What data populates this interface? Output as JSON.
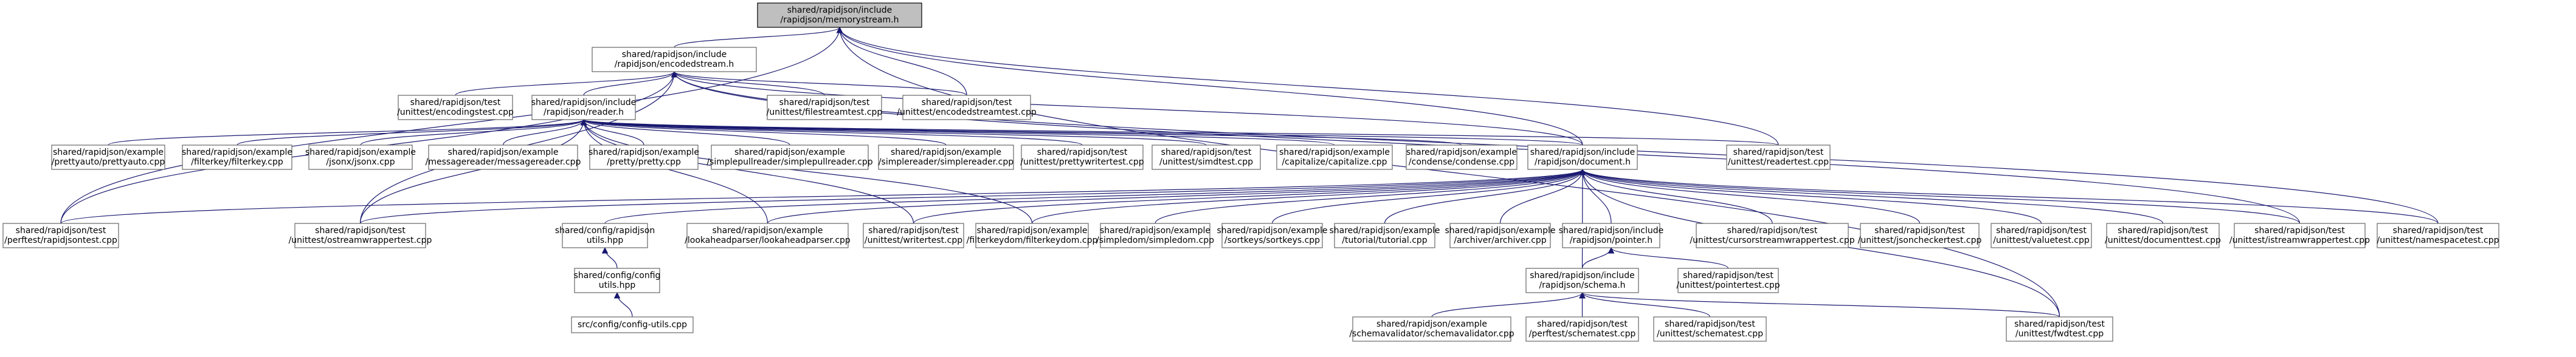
{
  "nodes": [
    {
      "id": "memorystream",
      "lines": [
        "shared/rapidjson/include",
        "/rapidjson/memorystream.h"
      ],
      "root": true
    },
    {
      "id": "encodedstream",
      "lines": [
        "shared/rapidjson/include",
        "/rapidjson/encodedstream.h"
      ]
    },
    {
      "id": "encodingstest",
      "lines": [
        "shared/rapidjson/test",
        "/unittest/encodingstest.cpp"
      ]
    },
    {
      "id": "reader",
      "lines": [
        "shared/rapidjson/include",
        "/rapidjson/reader.h"
      ]
    },
    {
      "id": "filestreamtest",
      "lines": [
        "shared/rapidjson/test",
        "/unittest/filestreamtest.cpp"
      ]
    },
    {
      "id": "encodedstreamtest",
      "lines": [
        "shared/rapidjson/test",
        "/unittest/encodedstreamtest.cpp"
      ]
    },
    {
      "id": "prettyauto",
      "lines": [
        "shared/rapidjson/example",
        "/prettyauto/prettyauto.cpp"
      ]
    },
    {
      "id": "filterkey",
      "lines": [
        "shared/rapidjson/example",
        "/filterkey/filterkey.cpp"
      ]
    },
    {
      "id": "jsonx",
      "lines": [
        "shared/rapidjson/example",
        "/jsonx/jsonx.cpp"
      ]
    },
    {
      "id": "messagereader",
      "lines": [
        "shared/rapidjson/example",
        "/messagereader/messagereader.cpp"
      ]
    },
    {
      "id": "pretty",
      "lines": [
        "shared/rapidjson/example",
        "/pretty/pretty.cpp"
      ]
    },
    {
      "id": "simplepullreader",
      "lines": [
        "shared/rapidjson/example",
        "/simplepullreader/simplepullreader.cpp"
      ]
    },
    {
      "id": "simplereader",
      "lines": [
        "shared/rapidjson/example",
        "/simplereader/simplereader.cpp"
      ]
    },
    {
      "id": "prettywritertest",
      "lines": [
        "shared/rapidjson/test",
        "/unittest/prettywritertest.cpp"
      ]
    },
    {
      "id": "simdtest",
      "lines": [
        "shared/rapidjson/test",
        "/unittest/simdtest.cpp"
      ]
    },
    {
      "id": "capitalize",
      "lines": [
        "shared/rapidjson/example",
        "/capitalize/capitalize.cpp"
      ]
    },
    {
      "id": "condense",
      "lines": [
        "shared/rapidjson/example",
        "/condense/condense.cpp"
      ]
    },
    {
      "id": "document",
      "lines": [
        "shared/rapidjson/include",
        "/rapidjson/document.h"
      ]
    },
    {
      "id": "readertest",
      "lines": [
        "shared/rapidjson/test",
        "/unittest/readertest.cpp"
      ]
    },
    {
      "id": "perftest_rapidjson",
      "lines": [
        "shared/rapidjson/test",
        "/perftest/rapidjsontest.cpp"
      ]
    },
    {
      "id": "ostreamwrappertest",
      "lines": [
        "shared/rapidjson/test",
        "/unittest/ostreamwrappertest.cpp"
      ]
    },
    {
      "id": "utils_hpp",
      "lines": [
        "shared/config/rapidjson",
        "utils.hpp"
      ]
    },
    {
      "id": "lookaheadparser",
      "lines": [
        "shared/rapidjson/example",
        "/lookaheadparser/lookaheadparser.cpp"
      ]
    },
    {
      "id": "writertest",
      "lines": [
        "shared/rapidjson/test",
        "/unittest/writertest.cpp"
      ]
    },
    {
      "id": "filterkeydom",
      "lines": [
        "shared/rapidjson/example",
        "/filterkeydom/filterkeydom.cpp"
      ]
    },
    {
      "id": "simpledom",
      "lines": [
        "shared/rapidjson/example",
        "/simpledom/simpledom.cpp"
      ]
    },
    {
      "id": "sortkeys",
      "lines": [
        "shared/rapidjson/example",
        "/sortkeys/sortkeys.cpp"
      ]
    },
    {
      "id": "tutorial",
      "lines": [
        "shared/rapidjson/example",
        "/tutorial/tutorial.cpp"
      ]
    },
    {
      "id": "archiver",
      "lines": [
        "shared/rapidjson/example",
        "/archiver/archiver.cpp"
      ]
    },
    {
      "id": "pointer",
      "lines": [
        "shared/rapidjson/include",
        "/rapidjson/pointer.h"
      ]
    },
    {
      "id": "cursorstreamwrappertest",
      "lines": [
        "shared/rapidjson/test",
        "/unittest/cursorstreamwrappertest.cpp"
      ]
    },
    {
      "id": "jsoncheckertest",
      "lines": [
        "shared/rapidjson/test",
        "/unittest/jsoncheckertest.cpp"
      ]
    },
    {
      "id": "valuetest",
      "lines": [
        "shared/rapidjson/test",
        "/unittest/valuetest.cpp"
      ]
    },
    {
      "id": "documenttest",
      "lines": [
        "shared/rapidjson/test",
        "/unittest/documenttest.cpp"
      ]
    },
    {
      "id": "istreamwrappertest",
      "lines": [
        "shared/rapidjson/test",
        "/unittest/istreamwrappertest.cpp"
      ]
    },
    {
      "id": "namespacetest",
      "lines": [
        "shared/rapidjson/test",
        "/unittest/namespacetest.cpp"
      ]
    },
    {
      "id": "config_utils_hpp",
      "lines": [
        "shared/config/config",
        "utils.hpp"
      ]
    },
    {
      "id": "schema",
      "lines": [
        "shared/rapidjson/include",
        "/rapidjson/schema.h"
      ]
    },
    {
      "id": "pointertest",
      "lines": [
        "shared/rapidjson/test",
        "/unittest/pointertest.cpp"
      ]
    },
    {
      "id": "config_utils_cpp",
      "lines": [
        "src/config/config-utils.cpp"
      ]
    },
    {
      "id": "schemavalidator",
      "lines": [
        "shared/rapidjson/example",
        "/schemavalidator/schemavalidator.cpp"
      ]
    },
    {
      "id": "perftest_schema",
      "lines": [
        "shared/rapidjson/test",
        "/perftest/schematest.cpp"
      ]
    },
    {
      "id": "unittest_schema",
      "lines": [
        "shared/rapidjson/test",
        "/unittest/schematest.cpp"
      ]
    },
    {
      "id": "fwdtest",
      "lines": [
        "shared/rapidjson/test",
        "/unittest/fwdtest.cpp"
      ]
    }
  ],
  "edges": [
    [
      "memorystream",
      "encodedstream"
    ],
    [
      "memorystream",
      "encodedstreamtest"
    ],
    [
      "memorystream",
      "document"
    ],
    [
      "memorystream",
      "readertest"
    ],
    [
      "memorystream",
      "perftest_rapidjson"
    ],
    [
      "memorystream",
      "fwdtest"
    ],
    [
      "encodedstream",
      "encodingstest"
    ],
    [
      "encodedstream",
      "reader"
    ],
    [
      "encodedstream",
      "filestreamtest"
    ],
    [
      "encodedstream",
      "encodedstreamtest"
    ],
    [
      "encodedstream",
      "perftest_rapidjson"
    ],
    [
      "encodedstream",
      "ostreamwrappertest"
    ],
    [
      "encodedstream",
      "document"
    ],
    [
      "encodedstream",
      "istreamwrappertest"
    ],
    [
      "encodedstream",
      "namespacetest"
    ],
    [
      "reader",
      "prettyauto"
    ],
    [
      "reader",
      "filterkey"
    ],
    [
      "reader",
      "jsonx"
    ],
    [
      "reader",
      "messagereader"
    ],
    [
      "reader",
      "pretty"
    ],
    [
      "reader",
      "simplepullreader"
    ],
    [
      "reader",
      "simplereader"
    ],
    [
      "reader",
      "prettywritertest"
    ],
    [
      "reader",
      "simdtest"
    ],
    [
      "reader",
      "capitalize"
    ],
    [
      "reader",
      "condense"
    ],
    [
      "reader",
      "document"
    ],
    [
      "reader",
      "readertest"
    ],
    [
      "reader",
      "lookaheadparser"
    ],
    [
      "reader",
      "writertest"
    ],
    [
      "reader",
      "filterkeydom"
    ],
    [
      "reader",
      "ostreamwrappertest"
    ],
    [
      "document",
      "perftest_rapidjson"
    ],
    [
      "document",
      "ostreamwrappertest"
    ],
    [
      "document",
      "utils_hpp"
    ],
    [
      "document",
      "lookaheadparser"
    ],
    [
      "document",
      "writertest"
    ],
    [
      "document",
      "filterkeydom"
    ],
    [
      "document",
      "simpledom"
    ],
    [
      "document",
      "sortkeys"
    ],
    [
      "document",
      "tutorial"
    ],
    [
      "document",
      "archiver"
    ],
    [
      "document",
      "pointer"
    ],
    [
      "document",
      "schema"
    ],
    [
      "document",
      "cursorstreamwrappertest"
    ],
    [
      "document",
      "jsoncheckertest"
    ],
    [
      "document",
      "valuetest"
    ],
    [
      "document",
      "documenttest"
    ],
    [
      "document",
      "istreamwrappertest"
    ],
    [
      "document",
      "namespacetest"
    ],
    [
      "document",
      "fwdtest"
    ],
    [
      "utils_hpp",
      "config_utils_hpp"
    ],
    [
      "config_utils_hpp",
      "config_utils_cpp"
    ],
    [
      "pointer",
      "schema"
    ],
    [
      "pointer",
      "pointertest"
    ],
    [
      "schema",
      "schemavalidator"
    ],
    [
      "schema",
      "perftest_schema"
    ],
    [
      "schema",
      "unittest_schema"
    ],
    [
      "schema",
      "fwdtest"
    ]
  ],
  "colors": {
    "edge": "#191970",
    "root_fill": "#bfbfbf",
    "node_border": "#666666"
  }
}
